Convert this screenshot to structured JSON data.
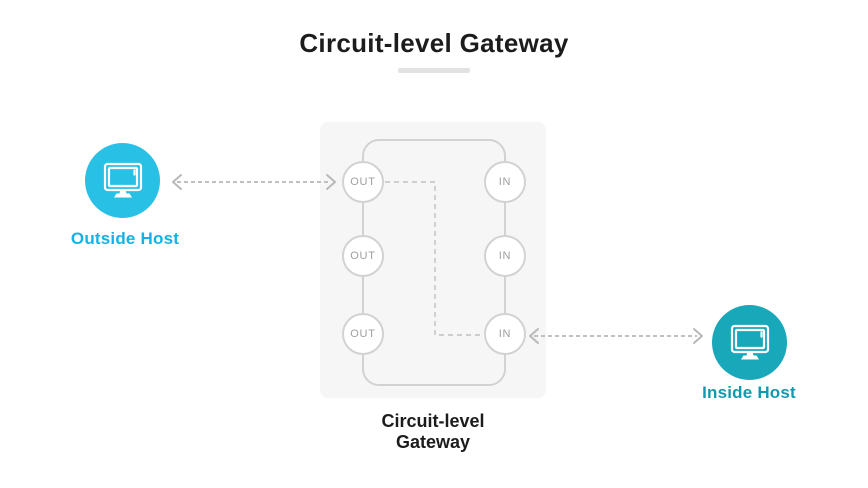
{
  "title": "Circuit-level Gateway",
  "gateway": {
    "caption_line1": "Circuit-level",
    "caption_line2": "Gateway",
    "out_ports": [
      "OUT",
      "OUT",
      "OUT"
    ],
    "in_ports": [
      "IN",
      "IN",
      "IN"
    ]
  },
  "hosts": {
    "outside": {
      "label": "Outside Host"
    },
    "inside": {
      "label": "Inside Host"
    }
  },
  "colors": {
    "title_text": "#1c1c1c",
    "underline": "#e2e2e2",
    "panel_bg": "#f6f6f6",
    "line_gray": "#d2d2d2",
    "dash_inner": "#c9c9c9",
    "dash_gray": "#b8b8b8",
    "port_text": "#9e9e9e",
    "outside_host": "#29c0e5",
    "outside_label": "#14b2e4",
    "inside_host": "#18a8ba",
    "inside_label": "#1399ae"
  }
}
